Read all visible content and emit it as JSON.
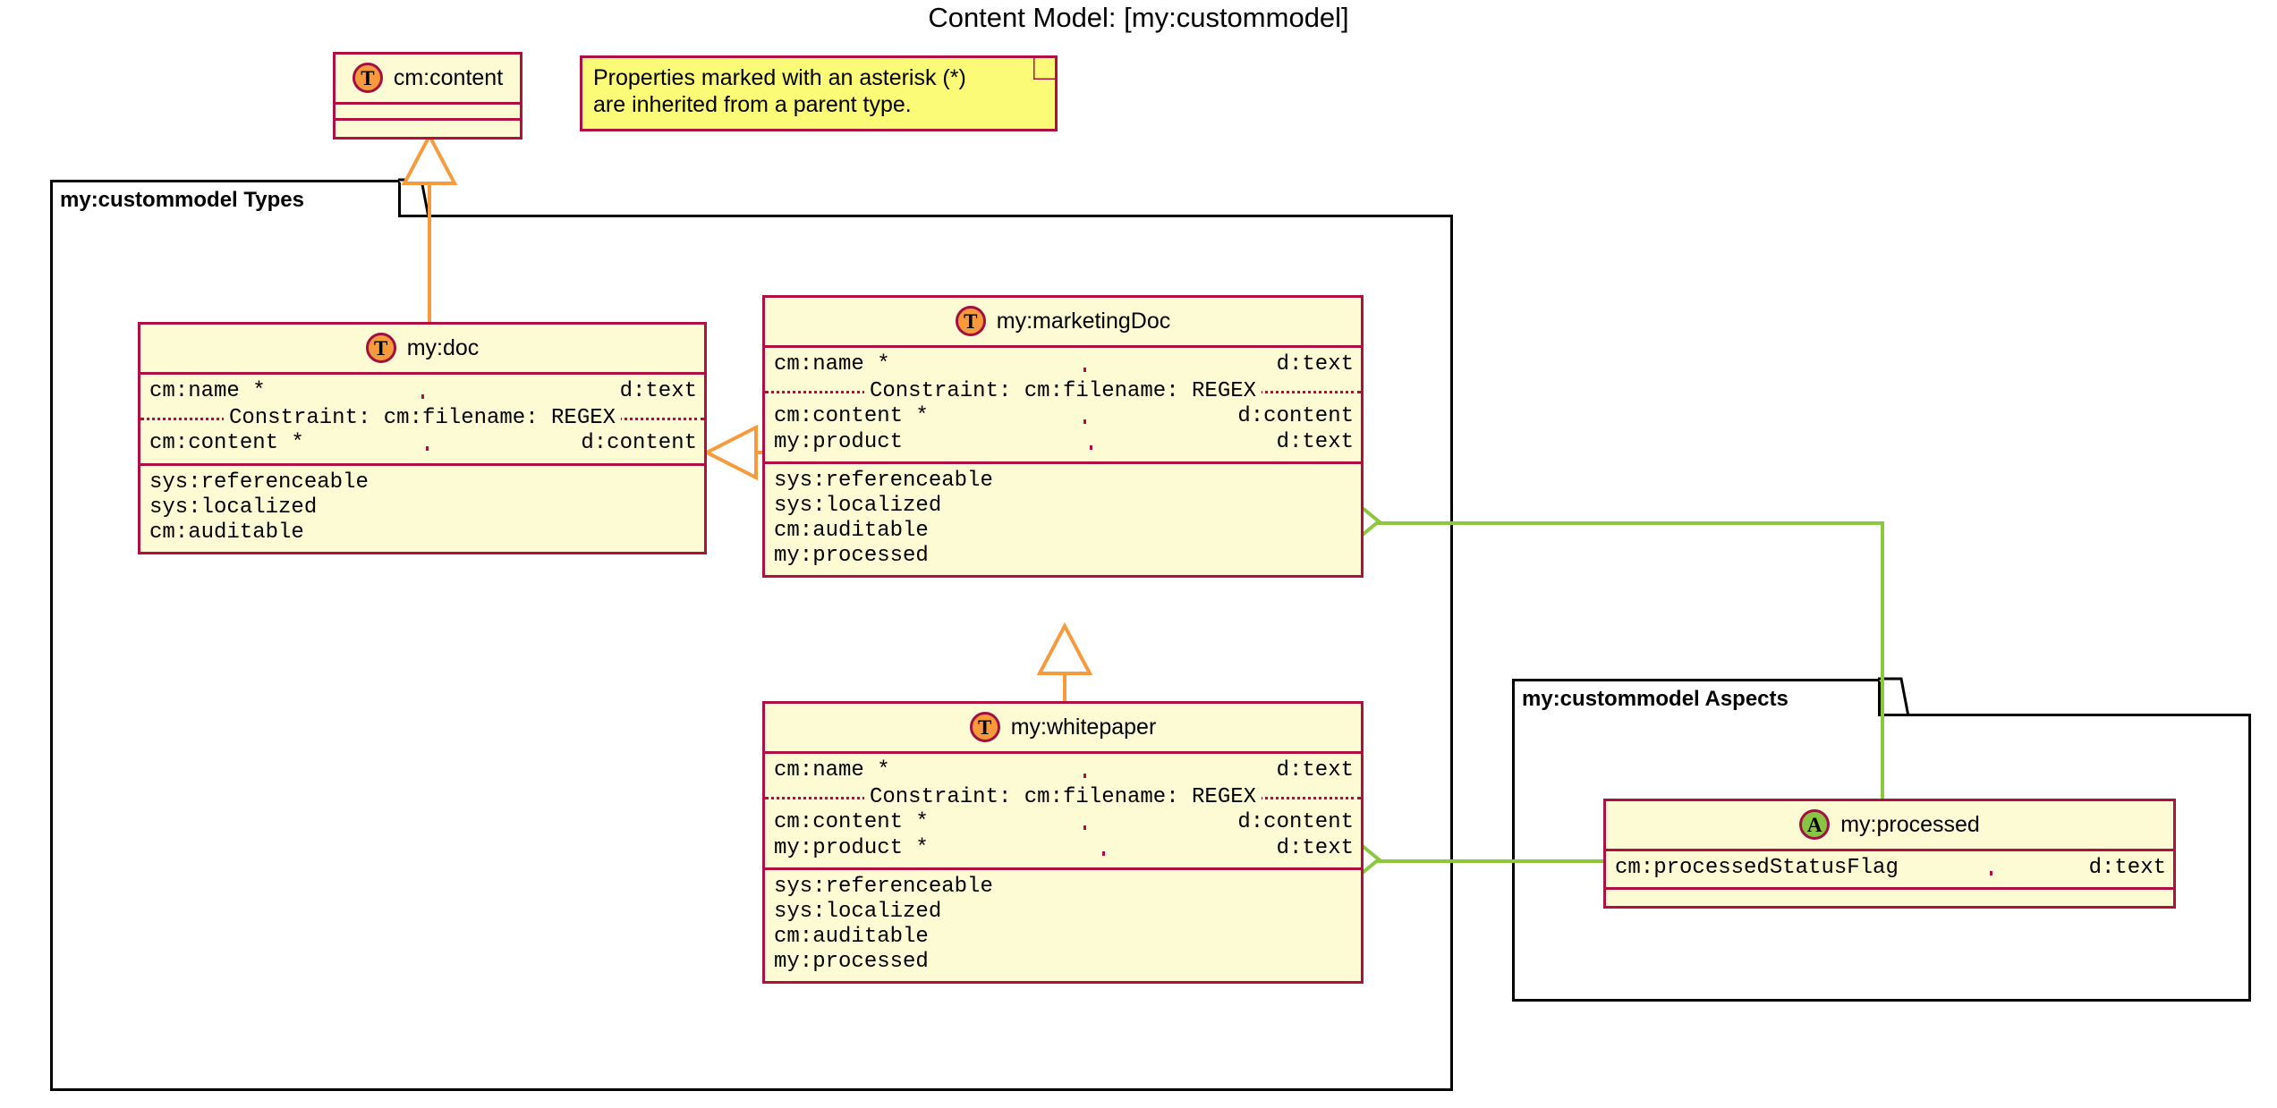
{
  "diagram": {
    "title": "Content Model: [my:custommodel]",
    "colors": {
      "entity_fill": "#fdfbd4",
      "entity_border": "#b01041",
      "note_fill": "#fbfb77",
      "type_icon_fill": "#f79a3e",
      "aspect_icon_fill": "#89c542",
      "inheritance_line": "#f79a3e",
      "aggregation_line": "#8dc63f",
      "package_border": "#000000"
    }
  },
  "note": {
    "name": "inheritance-legend-note",
    "text": "Properties marked with an asterisk (*)\nare inherited from a parent type."
  },
  "packages": [
    {
      "id": "types",
      "label": "my:custommodel Types"
    },
    {
      "id": "aspects",
      "label": "my:custommodel Aspects"
    }
  ],
  "entities": {
    "cm_content": {
      "name": "cm:content",
      "icon": "type-icon",
      "icon_glyph": "T",
      "properties": [],
      "aspects": []
    },
    "my_doc": {
      "name": "my:doc",
      "icon": "type-icon",
      "icon_glyph": "T",
      "properties": [
        {
          "name": "cm:name *",
          "type": "d:text"
        },
        {
          "name": "cm:content *",
          "type": "d:content"
        }
      ],
      "constraint": "Constraint: cm:filename: REGEX",
      "aspects": [
        "sys:referenceable",
        "sys:localized",
        "cm:auditable"
      ]
    },
    "my_marketingdoc": {
      "name": "my:marketingDoc",
      "icon": "type-icon",
      "icon_glyph": "T",
      "properties": [
        {
          "name": "cm:name *",
          "type": "d:text"
        },
        {
          "name": "cm:content *",
          "type": "d:content"
        },
        {
          "name": "my:product",
          "type": "d:text"
        }
      ],
      "constraint": "Constraint: cm:filename: REGEX",
      "aspects": [
        "sys:referenceable",
        "sys:localized",
        "cm:auditable",
        "my:processed"
      ]
    },
    "my_whitepaper": {
      "name": "my:whitepaper",
      "icon": "type-icon",
      "icon_glyph": "T",
      "properties": [
        {
          "name": "cm:name *",
          "type": "d:text"
        },
        {
          "name": "cm:content *",
          "type": "d:content"
        },
        {
          "name": "my:product *",
          "type": "d:text"
        }
      ],
      "constraint": "Constraint: cm:filename: REGEX",
      "aspects": [
        "sys:referenceable",
        "sys:localized",
        "cm:auditable",
        "my:processed"
      ]
    },
    "my_processed": {
      "name": "my:processed",
      "icon": "aspect-icon",
      "icon_glyph": "A",
      "properties": [
        {
          "name": "cm:processedStatusFlag",
          "type": "d:text"
        }
      ],
      "aspects": []
    }
  }
}
